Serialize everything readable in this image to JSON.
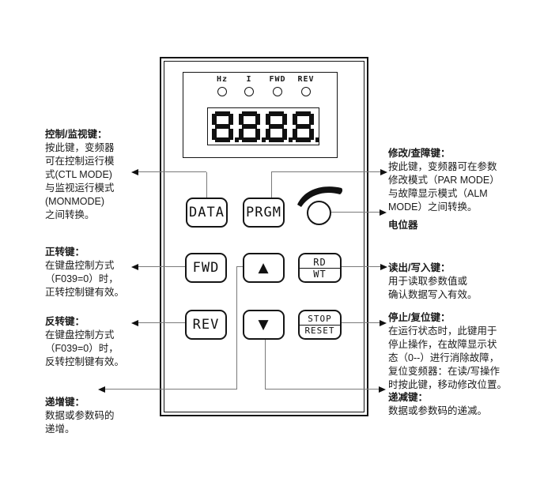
{
  "panel": {
    "indicators": [
      "Hz",
      "I",
      "FWD",
      "REV"
    ],
    "display": {
      "value": "8.8.8.8."
    },
    "buttons": {
      "data": "DATA",
      "prgm": "PRGM",
      "fwd": "FWD",
      "rev": "REV",
      "up": "▲",
      "down": "▼",
      "rd_top": "RD",
      "rd_bottom": "WT",
      "stop_top": "STOP",
      "stop_bottom": "RESET"
    }
  },
  "annotations": {
    "left": [
      {
        "title": "控制/监视键：",
        "body": "按此键，变频器\n可在控制运行模\n式(CTL MODE)\n与监视运行模式\n(MONMODE)\n之间转换。"
      },
      {
        "title": "正转键：",
        "body": "在键盘控制方式\n（F039=0）时，\n正转控制键有效。"
      },
      {
        "title": "反转键：",
        "body": "在键盘控制方式\n（F039=0）时，\n反转控制键有效。"
      },
      {
        "title": "递增键：",
        "body": "数据或参数码的\n递增。"
      }
    ],
    "right": [
      {
        "title": "修改/查障键：",
        "body": "按此键，变频器可在参数\n修改模式（PAR MODE）\n与故障显示模式（ALM\nMODE）之间转换。"
      },
      {
        "title": "电位器",
        "body": ""
      },
      {
        "title": "读出/写入键：",
        "body": "用于读取参数值或\n确认数据写入有效。"
      },
      {
        "title": "停止/复位键：",
        "body": "在运行状态时，此键用于\n停止操作，在故障显示状\n态（0--）进行消除故障，\n复位变频器：在读/写操作\n时按此键，移动修改位置。"
      },
      {
        "title": "递减键：",
        "body": "数据或参数码的递减。"
      }
    ]
  },
  "colors": {
    "ink": "#151515",
    "connector": "#7a7a7a"
  }
}
